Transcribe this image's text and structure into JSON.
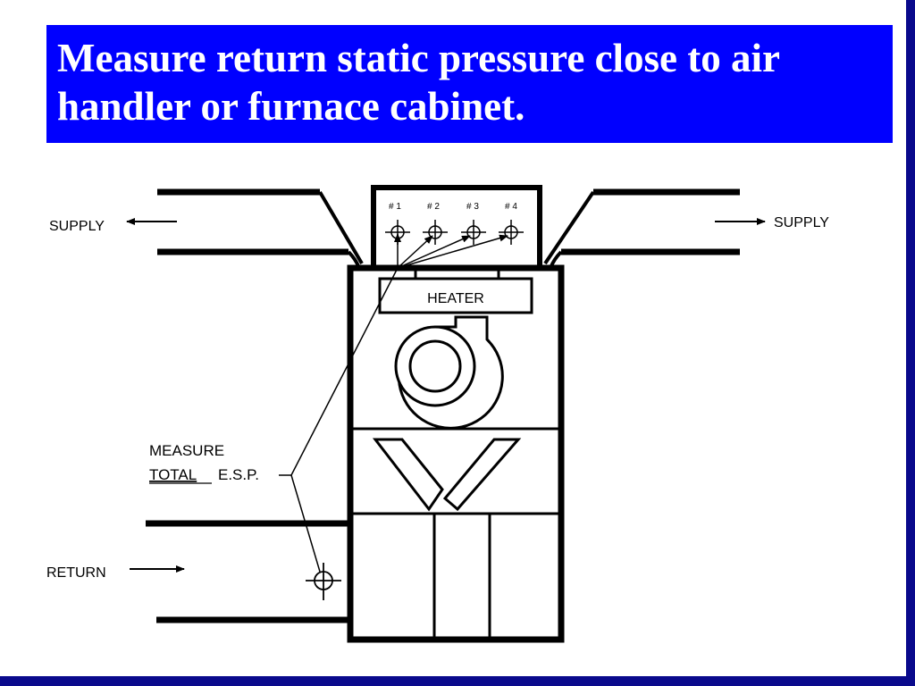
{
  "slide": {
    "title": "Measure return static pressure close to air handler or furnace cabinet.",
    "title_bg_color": "#0000ff",
    "border_color": "#0a0a8c"
  },
  "diagram": {
    "labels": {
      "supply_left": "SUPPLY",
      "supply_right": "SUPPLY",
      "return": "RETURN",
      "heater": "HEATER",
      "measure_line1": "MEASURE",
      "measure_total": "TOTAL",
      "measure_esp": "E.S.P."
    },
    "ports": [
      "# 1",
      "# 2",
      "# 3",
      "# 4"
    ]
  }
}
